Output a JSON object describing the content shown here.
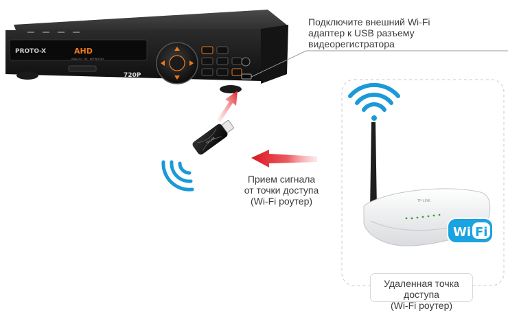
{
  "captions": {
    "usb_hint": "Подключите внешний Wi-Fi\nадаптер к USB разъему\nвидеорегистратора",
    "signal": "Прием сигнала\nот точки доступа\n(Wi-Fi роутер)",
    "router": "Удаленная точка доступа\n(Wi-Fi роутер)"
  },
  "dvr": {
    "brand": "PROTO-X",
    "badge": "AHD",
    "badge_sub": "ANALOG · HD · DEFINITION",
    "resolution": "720P"
  },
  "router": {
    "brand": "TP-LINK",
    "badge": "Wi Fi"
  },
  "adapter": {
    "brand": "TP-LINK"
  },
  "colors": {
    "wifi_wave": "#1a9ad6",
    "arrow": "#e21e26",
    "dvr_body": "#2a2a2a",
    "accent_orange": "#f07a1a",
    "wifi_badge": "#1aa3e0"
  }
}
